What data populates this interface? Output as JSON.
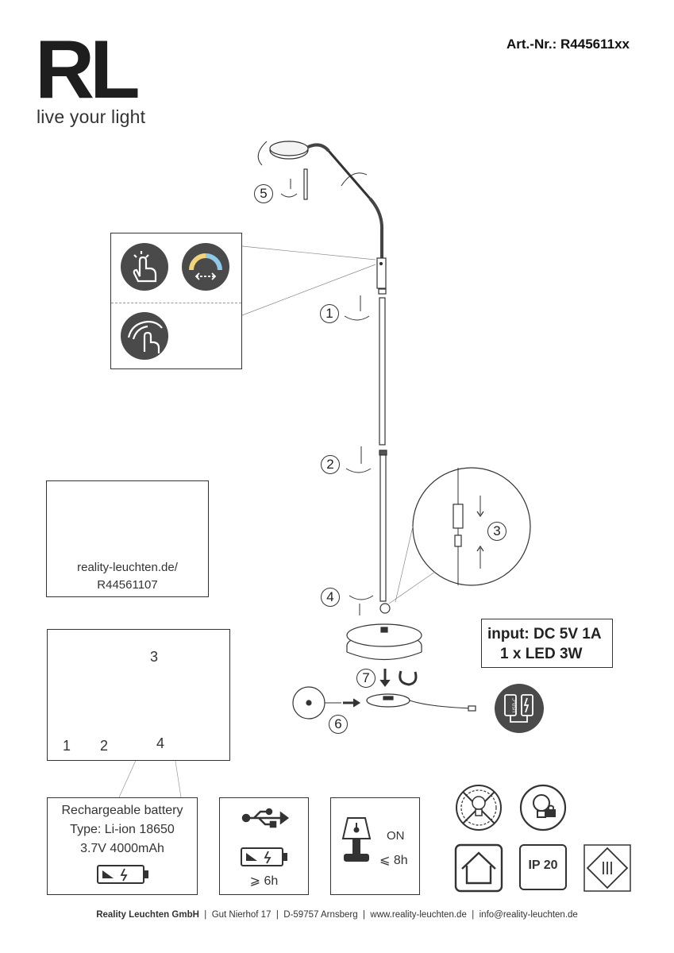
{
  "brand": {
    "logo_letters": "RL",
    "tagline": "live your light"
  },
  "article": {
    "label": "Art.-Nr.:",
    "number": "R445611xx"
  },
  "steps": {
    "s1": "1",
    "s2": "2",
    "s3": "3",
    "s4": "4",
    "s5": "5",
    "s6": "6",
    "s7": "7"
  },
  "info_box": {
    "url": "reality-leuchten.de/",
    "code": "R44561107"
  },
  "battery_steps": {
    "n1": "1",
    "n2": "2",
    "n3": "3",
    "n4": "4"
  },
  "specs": {
    "input": "input: DC 5V 1A",
    "led": "1 x LED 3W"
  },
  "battery": {
    "line1": "Rechargeable battery",
    "line2": "Type: Li-ion 18650",
    "line3": "3.7V 4000mAh"
  },
  "charging": {
    "time": "⩾ 6h"
  },
  "runtime": {
    "state": "ON",
    "time": "⩽ 8h"
  },
  "ip_rating": "IP 20",
  "usb_label": "USB-C",
  "footer": {
    "company": "Reality Leuchten GmbH",
    "street": "Gut Nierhof 17",
    "city": "D-59757 Arnsberg",
    "web": "www.reality-leuchten.de",
    "email": "info@reality-leuchten.de",
    "sep": "|"
  }
}
